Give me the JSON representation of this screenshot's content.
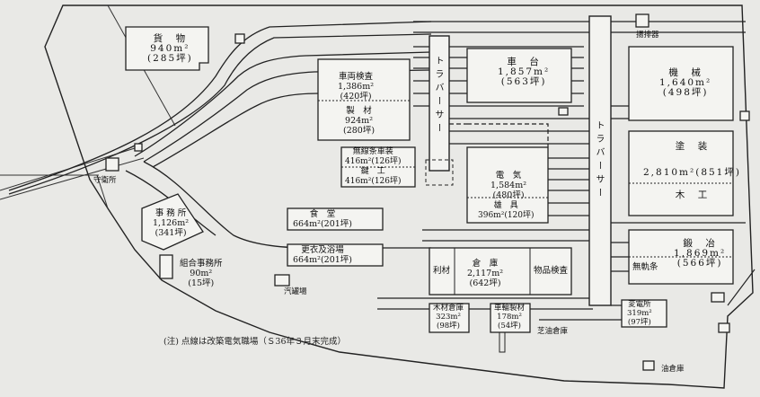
{
  "buildings": {
    "freight": {
      "name": "貨　物",
      "area": "940m²",
      "tsubo": "(285坪)"
    },
    "car_inspect": {
      "name": "車両検査",
      "area": "1,386m²",
      "tsubo": "(420坪)"
    },
    "making": {
      "name": "製　材",
      "area": "924m²",
      "tsubo": "(280坪)"
    },
    "wireless": {
      "name": "無線条車装",
      "area": "416m²(126坪)"
    },
    "welding": {
      "name": "鍵　工",
      "area": "416m²(126坪)"
    },
    "bogie": {
      "name": "車　台",
      "area": "1,857m²",
      "tsubo": "(563坪)"
    },
    "electric": {
      "name": "電　気",
      "area": "1,584m²",
      "tsubo": "(480坪)"
    },
    "parts": {
      "name": "雄　具",
      "area": "396m²(120坪)"
    },
    "machine": {
      "name": "機　械",
      "area": "1,640m²",
      "tsubo": "(498坪)"
    },
    "paint": {
      "name": "塗　装",
      "area": "2,810m²(851坪)",
      "sub": "木　工"
    },
    "forge": {
      "name": "鍛　冶",
      "area": "1,869m²",
      "tsubo": "(566坪)",
      "sub": "無軌条"
    },
    "office": {
      "name": "事 務 所",
      "area": "1,126m²",
      "tsubo": "(341坪)"
    },
    "union": {
      "name": "組合事務所",
      "area": "90m²",
      "tsubo": "(15坪)"
    },
    "dining": {
      "name": "食　堂",
      "area": "664m²(201坪)"
    },
    "locker": {
      "name": "更衣及浴場",
      "area": "664m²(201坪)"
    },
    "warehouse": {
      "name": "倉　庫",
      "area": "2,117m²",
      "tsubo": "(642坪)",
      "left": "利材",
      "right": "物品検査"
    },
    "timber": {
      "name": "木材倉庫",
      "area": "323m²",
      "tsubo": "(98坪)"
    },
    "wheel": {
      "name": "車輪製材",
      "area": "178m²",
      "tsubo": "(54坪)"
    },
    "substation": {
      "name": "変電所",
      "area": "319m²",
      "tsubo": "(97坪)"
    }
  },
  "labels": {
    "traverser1": "トラバーサー",
    "traverser2": "トラバーサー",
    "guard": "守衛所",
    "boiler": "汽罐場",
    "compressor": "揚排器",
    "shiba": "芝油倉庫",
    "oil": "油倉庫"
  },
  "note": "(注) 点線は改築電気職場（Ｓ36年３月末完成）"
}
